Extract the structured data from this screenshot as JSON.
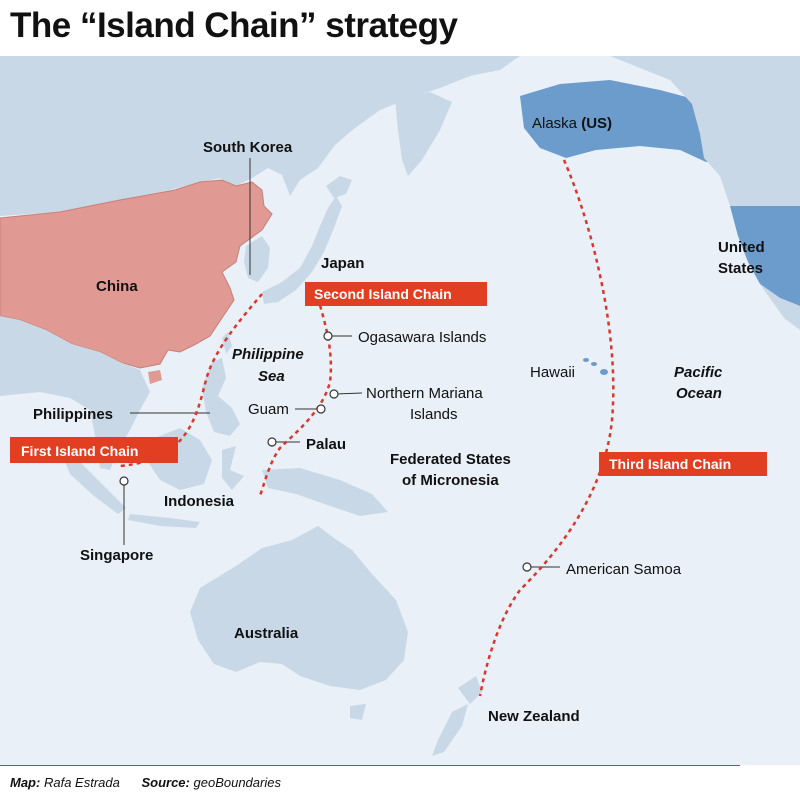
{
  "title": "The “Island Chain” strategy",
  "colors": {
    "ocean": "#e9f0f7",
    "land": "#c9d8e7",
    "china": "#e09a93",
    "us": "#6b9ccc",
    "chain_line": "#d9372b",
    "label_box": "#e23f22"
  },
  "map": {
    "labels": {
      "south_korea": "South Korea",
      "japan": "Japan",
      "china": "China",
      "alaska": "Alaska",
      "alaska_us": "(US)",
      "united_states_1": "United",
      "united_states_2": "States",
      "philippine_sea_1": "Philippine",
      "philippine_sea_2": "Sea",
      "ogasawara": "Ogasawara Islands",
      "northern_mariana_1": "Northern Mariana",
      "northern_mariana_2": "Islands",
      "guam": "Guam",
      "palau": "Palau",
      "hawaii": "Hawaii",
      "pacific_ocean_1": "Pacific",
      "pacific_ocean_2": "Ocean",
      "philippines": "Philippines",
      "micronesia_1": "Federated States",
      "micronesia_2": "of Micronesia",
      "indonesia": "Indonesia",
      "singapore": "Singapore",
      "american_samoa": "American Samoa",
      "australia": "Australia",
      "new_zealand": "New Zealand"
    },
    "chains": {
      "first": "First Island Chain",
      "second": "Second Island Chain",
      "third": "Third Island Chain"
    }
  },
  "footer": {
    "map_key": "Map:",
    "map_value": "Rafa Estrada",
    "source_key": "Source:",
    "source_value": "geoBoundaries"
  }
}
